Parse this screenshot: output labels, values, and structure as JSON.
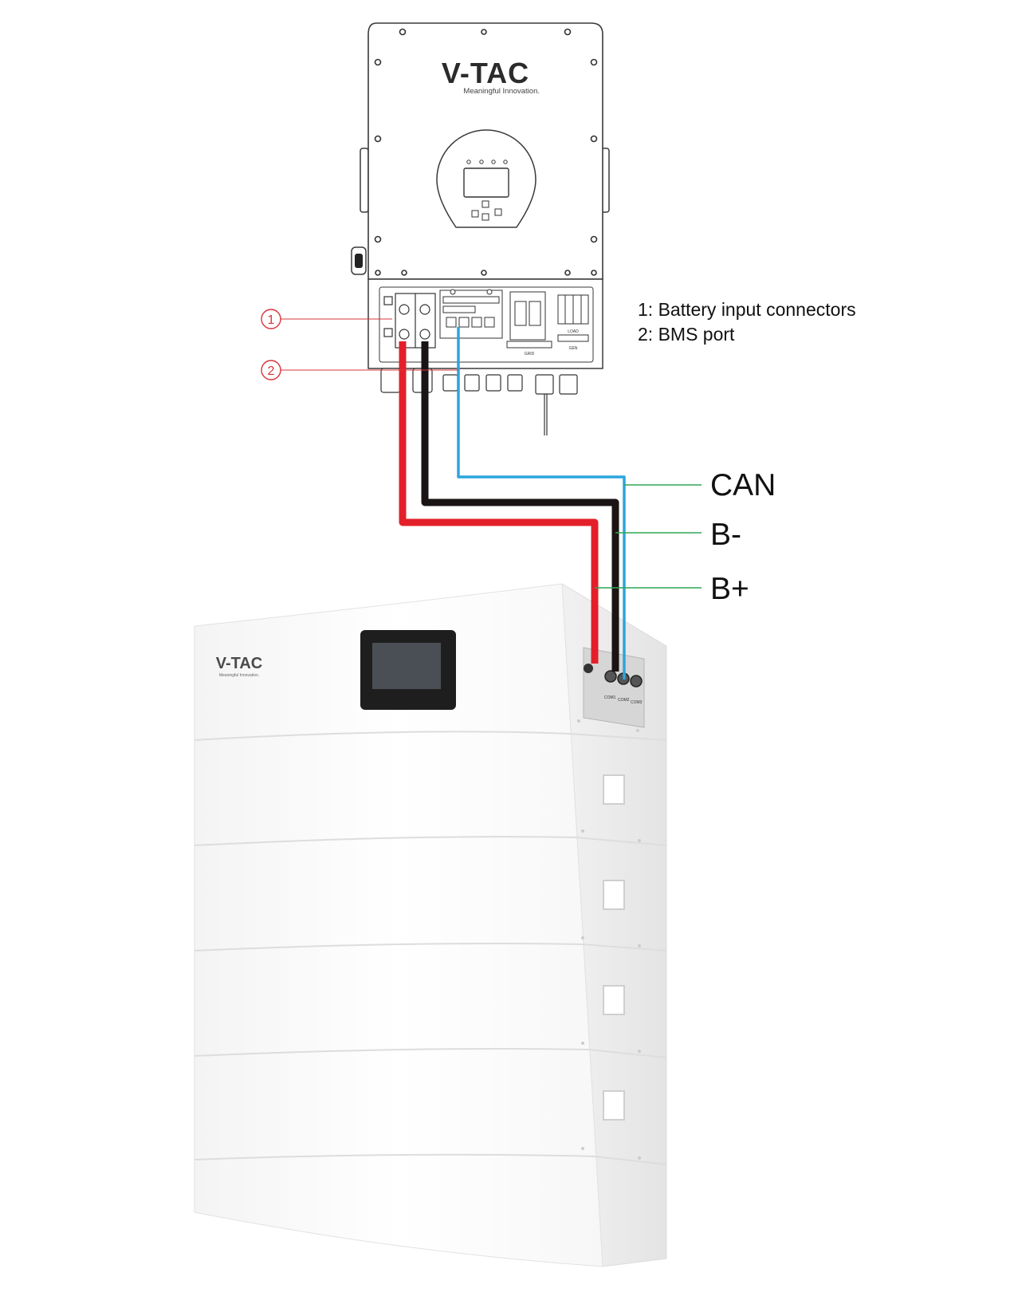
{
  "inverter": {
    "brand": "V-TAC",
    "tagline": "Meaningful Innovation.",
    "terminal_labels": {
      "grid": "GRID",
      "load": "LOAD",
      "gen": "GEN"
    }
  },
  "battery": {
    "brand": "V-TAC",
    "tagline": "Meaningful Innovation.",
    "port_labels": [
      "COM1",
      "COM2",
      "COM3"
    ],
    "module_count": 4
  },
  "callouts": [
    {
      "number": "1"
    },
    {
      "number": "2"
    }
  ],
  "legend": {
    "items": [
      "1: Battery input connectors",
      "2: BMS port"
    ]
  },
  "wire_labels": {
    "can": "CAN",
    "b_minus": "B-",
    "b_plus": "B+"
  },
  "colors": {
    "positive_cable": "#e3202a",
    "negative_cable": "#1a1414",
    "can_cable": "#2aa6dc",
    "leader_line": "#2fa655",
    "callout_marker": "#d9343b",
    "housing": "#ffffff",
    "outline": "#3a3a3a"
  }
}
